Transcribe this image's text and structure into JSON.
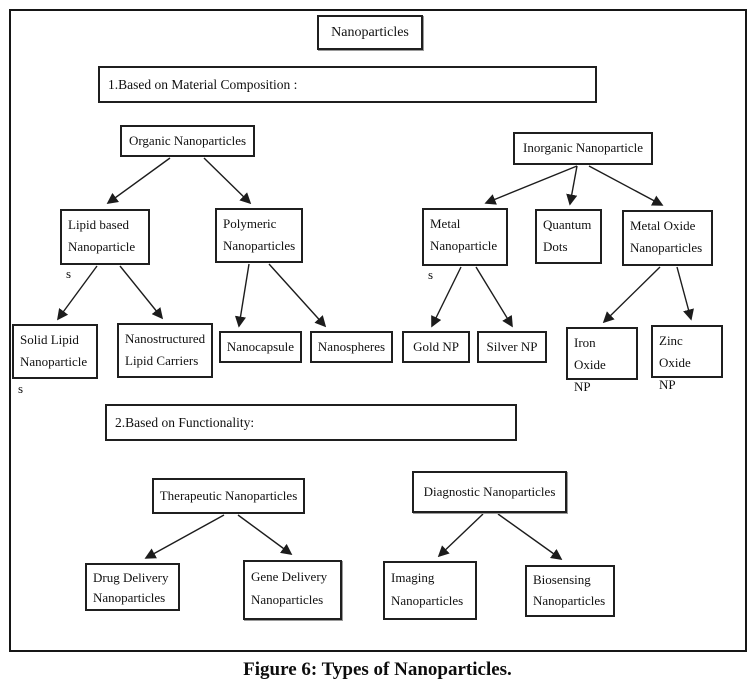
{
  "title": "Nanoparticles",
  "sections": {
    "material": "1.Based on Material Composition :",
    "functionality": "2.Based on Functionality:"
  },
  "nodes": {
    "organic": {
      "label": "Organic Nanoparticles"
    },
    "inorganic": {
      "label": "Inorganic Nanoparticle"
    },
    "lipid": {
      "label": "Lipid based\nNanoparticle",
      "overflow": "s"
    },
    "polymeric": {
      "label": "Polymeric\nNanoparticles"
    },
    "metal": {
      "label": "Metal\nNanoparticle",
      "overflow": "s"
    },
    "quantum": {
      "label": "Quantum\nDots"
    },
    "metal_oxide": {
      "label": "Metal Oxide\nNanoparticles"
    },
    "solid_lipid": {
      "label": "Solid Lipid\nNanoparticle",
      "overflow": "s"
    },
    "nlc": {
      "label": "Nanostructured\nLipid Carriers"
    },
    "nanocapsule": {
      "label": "Nanocapsule"
    },
    "nanospheres": {
      "label": "Nanospheres"
    },
    "gold": {
      "label": "Gold NP"
    },
    "silver": {
      "label": "Silver NP"
    },
    "iron_oxide": {
      "label": "Iron Oxide\nNP"
    },
    "zinc_oxide": {
      "label": "Zinc Oxide\nNP"
    },
    "therapeutic": {
      "label": "Therapeutic Nanoparticles"
    },
    "diagnostic": {
      "label": "Diagnostic Nanoparticles"
    },
    "drug": {
      "label": "Drug Delivery\nNanoparticles"
    },
    "gene": {
      "label": "Gene Delivery\nNanoparticles"
    },
    "imaging": {
      "label": "Imaging\nNanoparticles"
    },
    "biosensing": {
      "label": "Biosensing\nNanoparticles"
    }
  },
  "caption": "Figure 6: Types of Nanoparticles.",
  "colors": {
    "background": "#ffffff",
    "border": "#1f1f1f",
    "text": "#101010"
  }
}
